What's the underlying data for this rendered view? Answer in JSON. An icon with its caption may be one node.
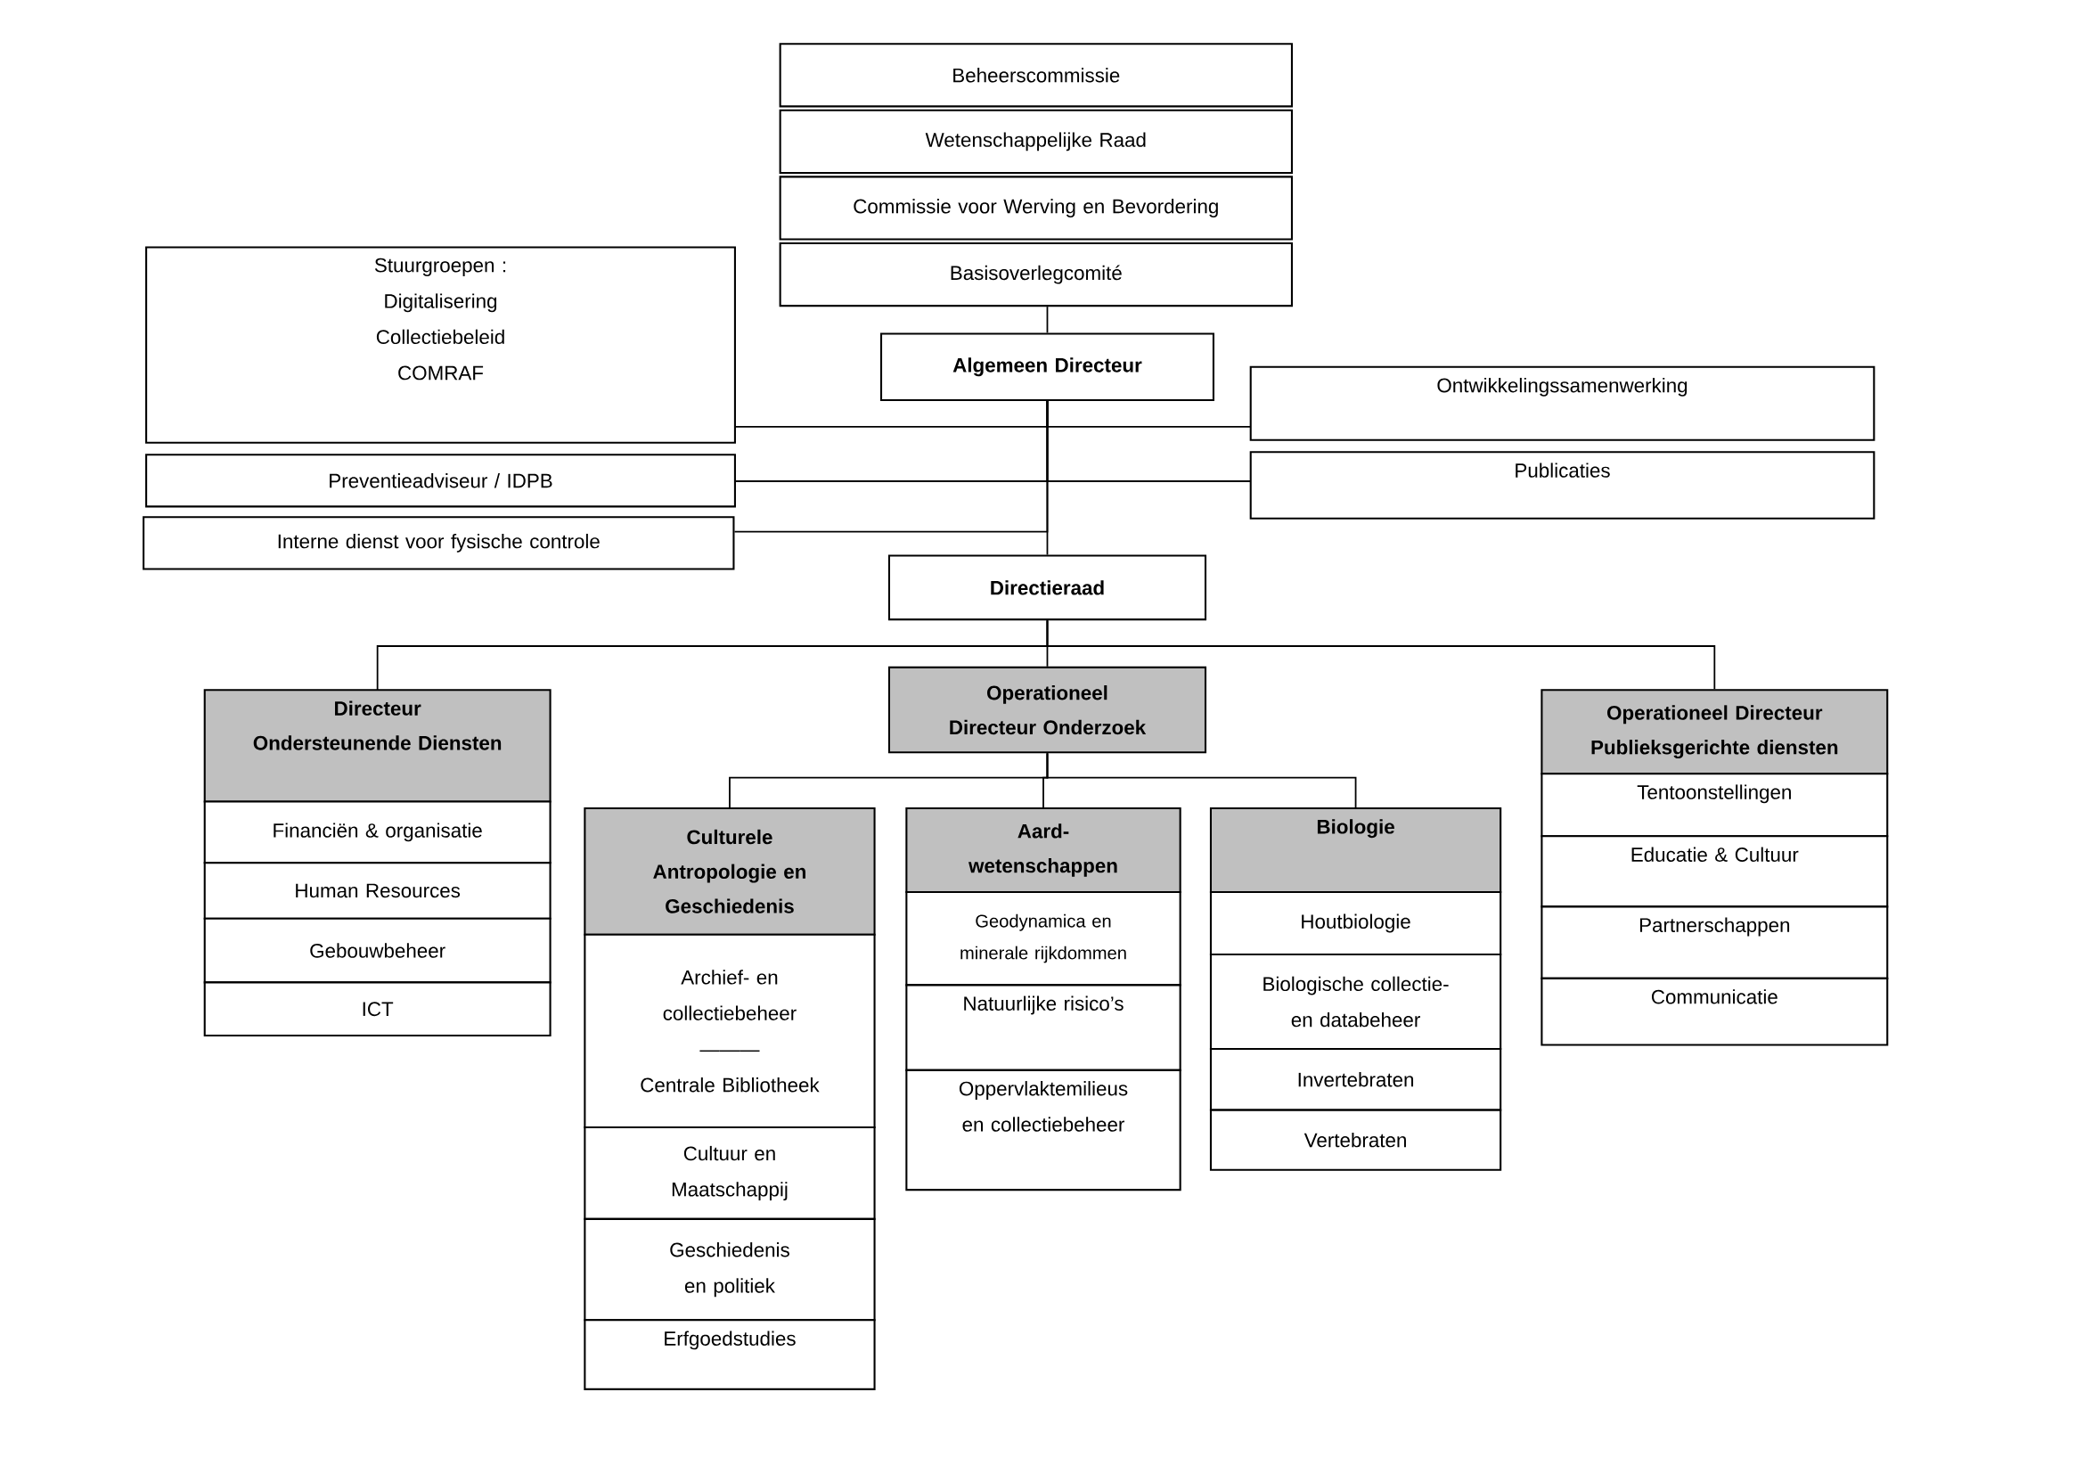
{
  "diagram": {
    "nodes": [
      {
        "text": [
          "Beheerscommissie"
        ]
      },
      {
        "text": [
          "Wetenschappelijke Raad"
        ]
      },
      {
        "text": [
          "Commissie voor Werving en Bevordering"
        ]
      },
      {
        "text": [
          "Basisoverlegcomité"
        ]
      },
      {
        "text": [
          "Algemeen Directeur"
        ]
      },
      {
        "text": [
          "Stuurgroepen :",
          "Digitalisering",
          "Collectiebeleid",
          "COMRAF"
        ]
      },
      {
        "text": [
          "Preventieadviseur / IDPB"
        ]
      },
      {
        "text": [
          "Interne dienst voor fysische controle"
        ]
      },
      {
        "text": [
          "Ontwikkelingssamenwerking"
        ]
      },
      {
        "text": [
          "Publicaties"
        ]
      },
      {
        "text": [
          "Directieraad"
        ]
      },
      {
        "text": [
          "Directeur Ondersteunende Diensten"
        ]
      },
      {
        "text": [
          "Financiën & organisatie"
        ]
      },
      {
        "text": [
          "Human Resources"
        ]
      },
      {
        "text": [
          "Gebouwbeheer"
        ]
      },
      {
        "text": [
          "ICT"
        ]
      },
      {
        "text": [
          "Operationeel Directeur Onderzoek"
        ]
      },
      {
        "text": [
          "Culturele Antropologie en Geschiedenis"
        ]
      },
      {
        "text": [
          "Archief- en collectiebeheer",
          "———",
          "Centrale Bibliotheek"
        ]
      },
      {
        "text": [
          "Cultuur en Maatschappij"
        ]
      },
      {
        "text": [
          "Geschiedenis en politiek"
        ]
      },
      {
        "text": [
          "Erfgoedstudies"
        ]
      },
      {
        "text": [
          "Aard-wetenschappen"
        ]
      },
      {
        "text": [
          "Geodynamica en minerale rijkdommen"
        ]
      },
      {
        "text": [
          "Natuurlijke risico’s"
        ]
      },
      {
        "text": [
          "Oppervlaktemilieus en collectiebeheer"
        ]
      },
      {
        "text": [
          "Biologie"
        ]
      },
      {
        "text": [
          "Houtbiologie"
        ]
      },
      {
        "text": [
          "Biologische collectie- en databeheer"
        ]
      },
      {
        "text": [
          "Invertebraten"
        ]
      },
      {
        "text": [
          "Vertebraten"
        ]
      },
      {
        "text": [
          "Operationeel Directeur Publieksgerichte diensten"
        ]
      },
      {
        "text": [
          "Tentoonstellingen"
        ]
      },
      {
        "text": [
          "Educatie & Cultuur"
        ]
      },
      {
        "text": [
          "Partnerschappen"
        ]
      },
      {
        "text": [
          "Communicatie"
        ]
      }
    ],
    "edges": [
      {
        "from": 3,
        "to": 4,
        "arrow": "none"
      },
      {
        "from": 4,
        "to": 5,
        "arrow": "none"
      },
      {
        "from": 4,
        "to": 8,
        "arrow": "none"
      },
      {
        "from": 4,
        "to": 6,
        "arrow": "none"
      },
      {
        "from": 4,
        "to": 9,
        "arrow": "none"
      },
      {
        "from": 4,
        "to": 7,
        "arrow": "none"
      },
      {
        "from": 4,
        "to": 10,
        "arrow": "none"
      },
      {
        "from": 10,
        "to": 11,
        "arrow": "none"
      },
      {
        "from": 10,
        "to": 16,
        "arrow": "none"
      },
      {
        "from": 10,
        "to": 31,
        "arrow": "none"
      },
      {
        "from": 16,
        "to": 17,
        "arrow": "none"
      },
      {
        "from": 16,
        "to": 22,
        "arrow": "none"
      },
      {
        "from": 16,
        "to": 26,
        "arrow": "none"
      }
    ]
  }
}
